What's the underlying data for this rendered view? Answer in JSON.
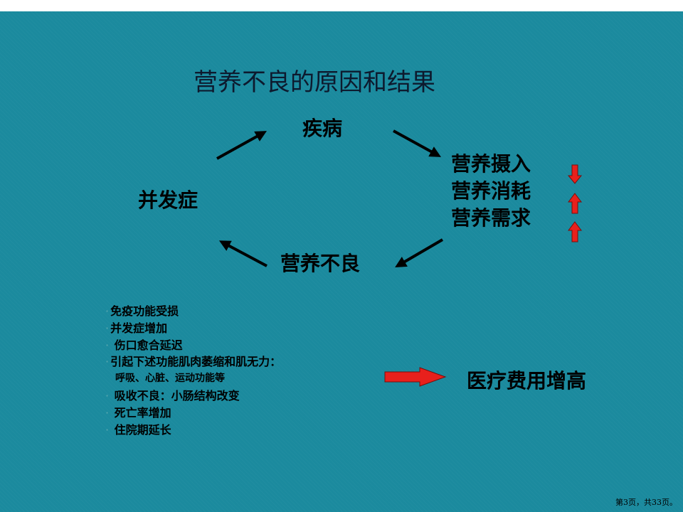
{
  "title": "营养不良的原因和结果",
  "cycle": {
    "disease": "疾病",
    "nutrition_items": [
      "营养摄入",
      "营养消耗",
      "营养需求"
    ],
    "malnutrition": "营养不良",
    "complication": "并发症"
  },
  "indicators": [
    "down",
    "up",
    "up"
  ],
  "consequences": [
    "免疫功能受损",
    "并发症增加",
    " 伤口愈合延迟",
    "引起下述功能肌肉萎缩和肌无力：",
    "呼吸、心脏、运动功能等",
    " 吸收不良：小肠结构改变",
    " 死亡率增加",
    " 住院期延长"
  ],
  "result": "医疗费用增高",
  "page_indicator": "第3页，共33页。",
  "colors": {
    "background": "#1b8a9e",
    "arrow_red": "#e8201c",
    "title": "#0d1a2e"
  }
}
